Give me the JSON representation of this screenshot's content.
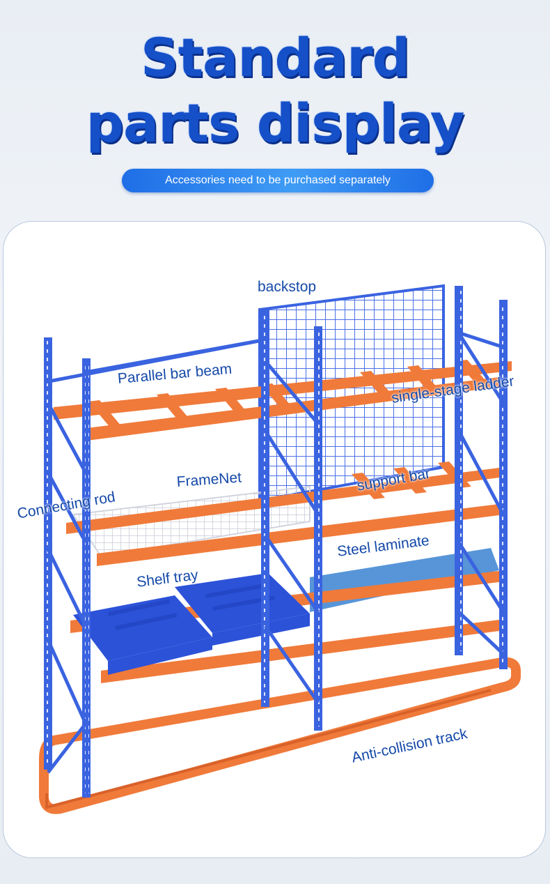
{
  "header": {
    "title_line1": "Standard",
    "title_line2": "parts display",
    "subtitle": "Accessories need to be purchased separately"
  },
  "labels": {
    "backstop": "backstop",
    "parallel_bar_beam": "Parallel bar beam",
    "single_stage_ladder": "single-stage ladder",
    "frame_net": "FrameNet",
    "connecting_rod": "Connecting rod",
    "support_bar": "support bar",
    "steel_laminate": "Steel laminate",
    "shelf_tray": "Shelf tray",
    "anti_collision_track": "Anti-collision track"
  },
  "colors": {
    "title_blue": "#1550c8",
    "upright_blue": "#3a63e0",
    "beam_orange": "#f07a3a",
    "steel_laminate_blue": "#4e8fd6",
    "label_blue": "#1549a8"
  }
}
